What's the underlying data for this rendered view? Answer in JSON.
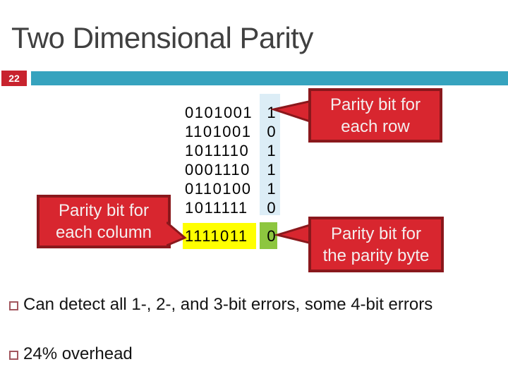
{
  "slide": {
    "title": "Two Dimensional Parity",
    "page_number": "22"
  },
  "matrix": {
    "rows": [
      {
        "bits": "0101001",
        "parity": "1"
      },
      {
        "bits": "1101001",
        "parity": "0"
      },
      {
        "bits": "1011110",
        "parity": "1"
      },
      {
        "bits": "0001110",
        "parity": "1"
      },
      {
        "bits": "0110100",
        "parity": "1"
      },
      {
        "bits": "1011111",
        "parity": "0"
      }
    ],
    "parity_row": {
      "bits": "1111011",
      "parity": "0"
    }
  },
  "callouts": {
    "row": {
      "line1": "Parity bit for",
      "line2": "each row"
    },
    "column": {
      "line1": "Parity bit for",
      "line2": "each column"
    },
    "byte": {
      "line1": "Parity bit for",
      "line2": "the parity byte"
    }
  },
  "bullets": [
    {
      "text": "Can detect all 1-, 2-, and 3-bit errors, some 4-bit errors"
    },
    {
      "text": "24% overhead"
    }
  ],
  "colors": {
    "title_text": "#404040",
    "teal_bar": "#36a3be",
    "page_number_red": "#c8232e",
    "callout_fill": "#d8262f",
    "callout_border": "#8a181c",
    "parity_column_bg": "#dcedf6",
    "parity_row_highlight": "#ffff00",
    "parity_byte_highlight": "#8dc63f",
    "bullet_square": "#a2565e"
  }
}
